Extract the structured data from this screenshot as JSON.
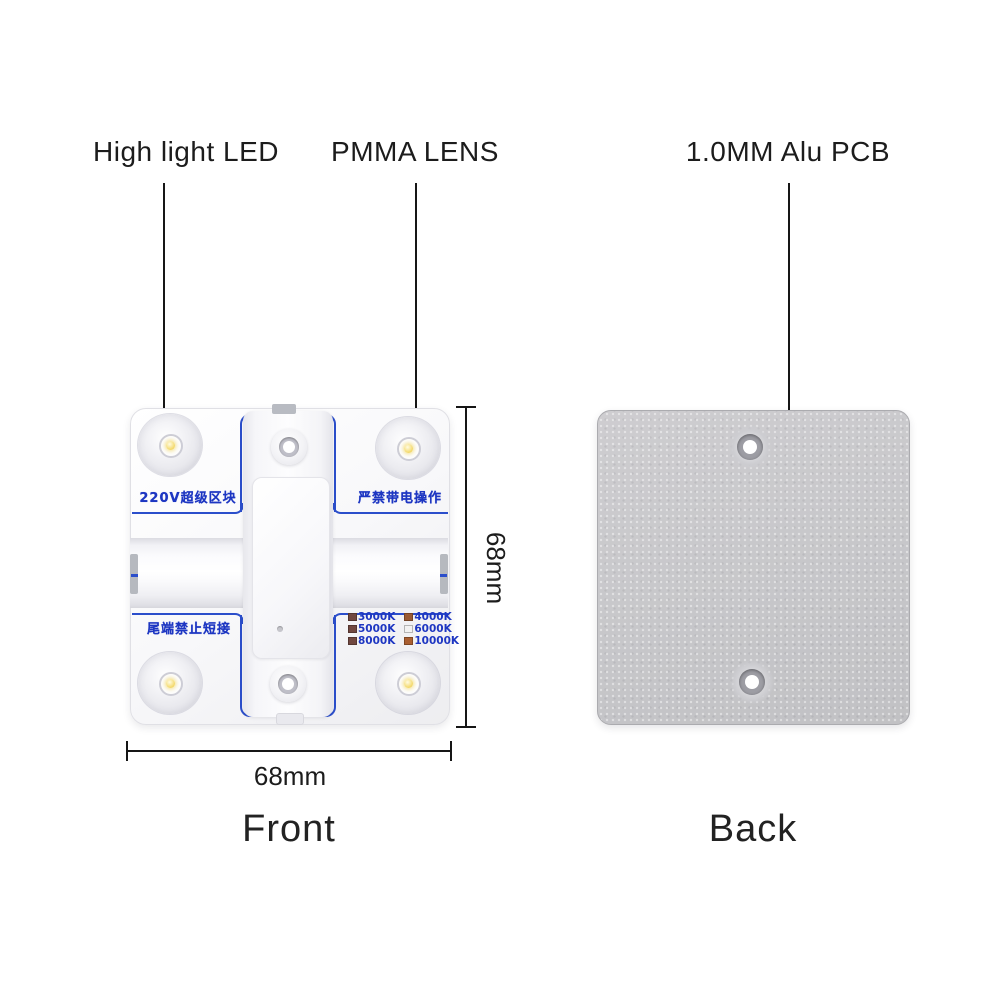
{
  "annotations": {
    "led": {
      "label": "High light LED"
    },
    "lens": {
      "label": "PMMA LENS"
    },
    "pcb": {
      "label": "1.0MM Alu PCB"
    }
  },
  "front": {
    "caption": "Front",
    "print_top_left": "220V超级区块",
    "print_top_right": "严禁带电操作",
    "print_bottom_left": "尾端禁止短接",
    "cct_options": [
      {
        "label": "3000K",
        "swatch": "#714840"
      },
      {
        "label": "4000K",
        "swatch": "#9a5a33"
      },
      {
        "label": "5000K",
        "swatch": "#714840"
      },
      {
        "label": "6000K",
        "swatch": "#f2f2f2"
      },
      {
        "label": "8000K",
        "swatch": "#714840"
      },
      {
        "label": "10000K",
        "swatch": "#aa5f31"
      }
    ]
  },
  "back": {
    "caption": "Back"
  },
  "dimensions": {
    "width_label": "68mm",
    "height_label": "68mm"
  },
  "colors": {
    "print_blue": "#1d36c2",
    "trace_blue": "#2b4ecb"
  }
}
